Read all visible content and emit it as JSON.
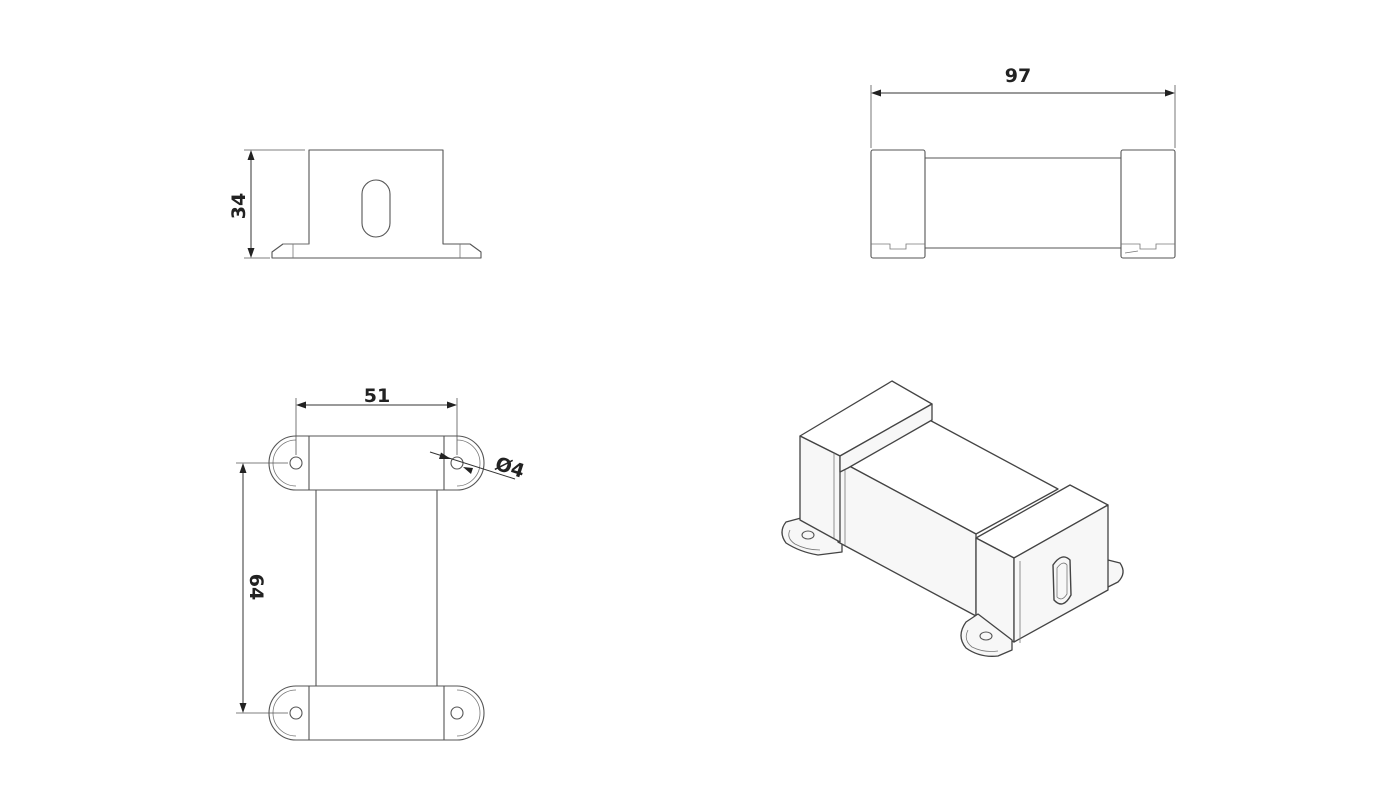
{
  "drawing": {
    "views": {
      "front": {
        "height_label": "34"
      },
      "side": {
        "length_label": "97"
      },
      "top": {
        "width_label": "51",
        "spacing_label": "64",
        "hole_label": "Ø4"
      },
      "iso": {}
    },
    "colors": {
      "line": "#444444",
      "dimension": "#222222",
      "background": "#ffffff"
    }
  }
}
